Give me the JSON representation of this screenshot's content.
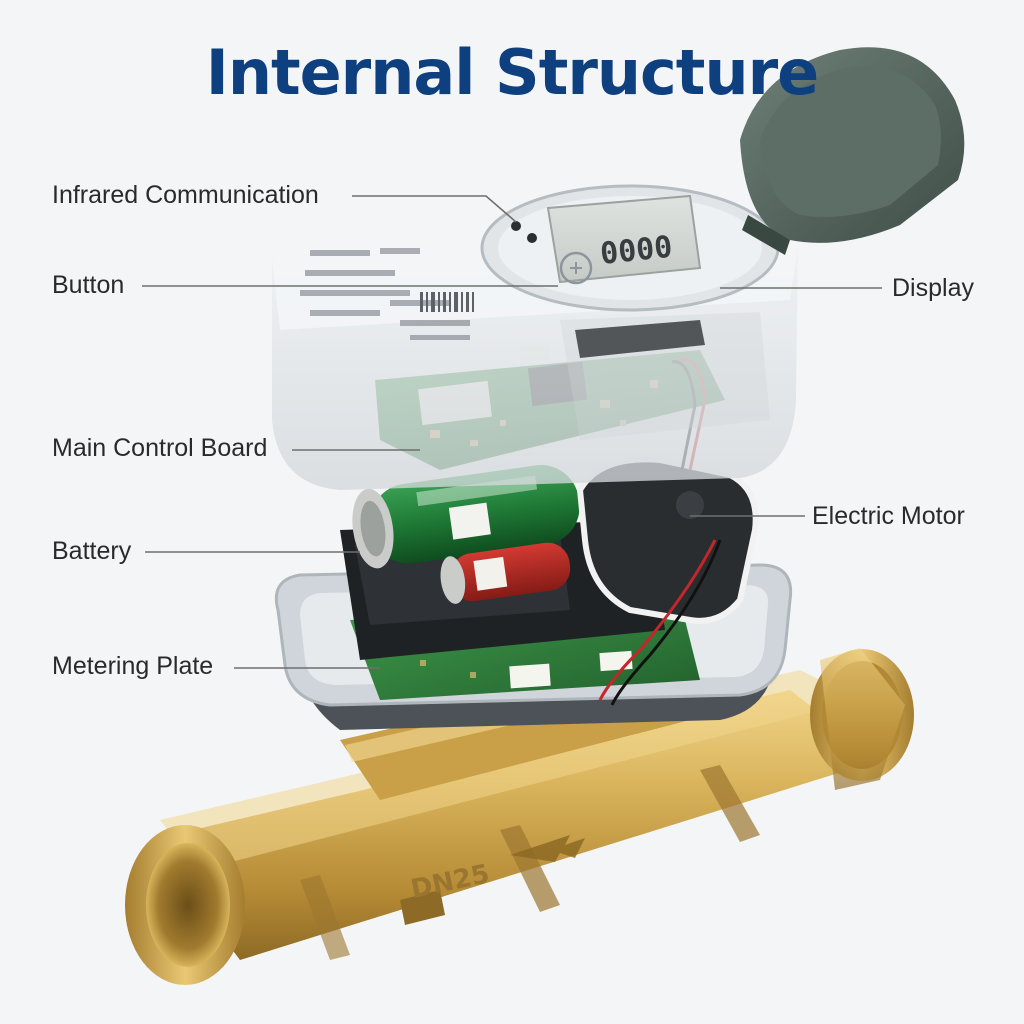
{
  "title": "Internal Structure",
  "labels": {
    "infrared": "Infrared Communication",
    "button": "Button",
    "display": "Display",
    "main_board": "Main Control Board",
    "battery": "Battery",
    "motor": "Electric Motor",
    "metering_plate": "Metering Plate"
  },
  "pipe_marking": "DN25",
  "colors": {
    "title": "#0e3f7e",
    "brass": "#d8b45a",
    "pcb": "#2f7d3c",
    "housing": "#e6e9ec",
    "lid": "#56675f"
  }
}
